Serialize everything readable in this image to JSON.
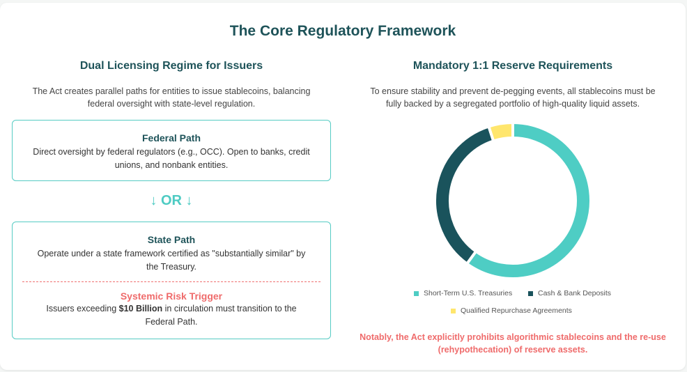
{
  "title": "The Core Regulatory Framework",
  "left": {
    "heading": "Dual Licensing Regime for Issuers",
    "description_line1": "The Act creates parallel paths for entities to issue stablecoins, balancing",
    "description_line2": "federal oversight with state-level regulation.",
    "federal": {
      "title": "Federal Path",
      "line1": "Direct oversight by federal regulators (e.g., OCC). Open to banks, credit",
      "line2": "unions, and nonbank entities."
    },
    "or_label": "↓ OR ↓",
    "state": {
      "title": "State Path",
      "line1": "Operate under a state framework certified as \"substantially similar\" by",
      "line2": "the Treasury."
    },
    "risk": {
      "title": "Systemic Risk Trigger",
      "line1_prefix": "Issuers exceeding ",
      "line1_bold": "$10 Billion",
      "line1_suffix": " in circulation must transition to the",
      "line2": "Federal Path."
    }
  },
  "right": {
    "heading": "Mandatory 1:1 Reserve Requirements",
    "description_line1": "To ensure stability and prevent de-pegging events, all stablecoins must be",
    "description_line2": "fully backed by a segregated portfolio of high-quality liquid assets.",
    "note_line1": "Notably, the Act explicitly prohibits algorithmic stablecoins and the re-use",
    "note_line2": "(rehypothecation) of reserve assets."
  },
  "chart_data": {
    "type": "pie",
    "variant": "doughnut",
    "title": "",
    "legend_position": "bottom",
    "series": [
      {
        "name": "Short-Term U.S. Treasuries",
        "value": 60,
        "color": "#4ecdc4"
      },
      {
        "name": "Cash & Bank Deposits",
        "value": 35,
        "color": "#1a535c"
      },
      {
        "name": "Qualified Repurchase Agreements",
        "value": 5,
        "color": "#ffe66d"
      }
    ]
  }
}
